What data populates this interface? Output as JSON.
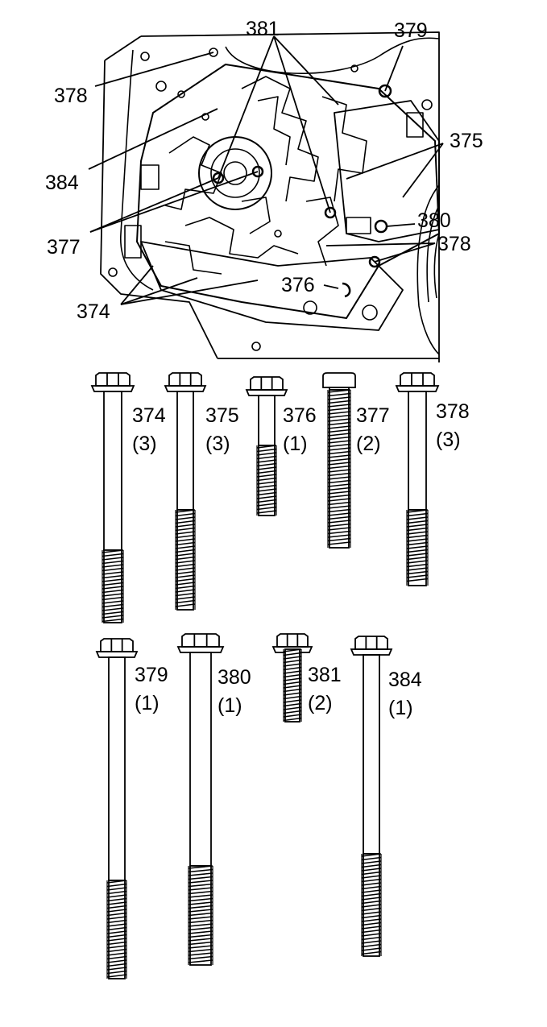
{
  "colors": {
    "ink": "#000000",
    "paper": "#ffffff"
  },
  "callouts": {
    "b381": "381",
    "b379": "379",
    "b378a": "378",
    "b375": "375",
    "b384": "384",
    "b377": "377",
    "b380": "380",
    "b378b": "378",
    "b376": "376",
    "b374": "374"
  },
  "bolts": [
    {
      "number": "374",
      "qty": "(3)"
    },
    {
      "number": "375",
      "qty": "(3)"
    },
    {
      "number": "376",
      "qty": "(1)"
    },
    {
      "number": "377",
      "qty": "(2)"
    },
    {
      "number": "378",
      "qty": "(3)"
    },
    {
      "number": "379",
      "qty": "(1)"
    },
    {
      "number": "380",
      "qty": "(1)"
    },
    {
      "number": "381",
      "qty": "(2)"
    },
    {
      "number": "384",
      "qty": "(1)"
    }
  ]
}
